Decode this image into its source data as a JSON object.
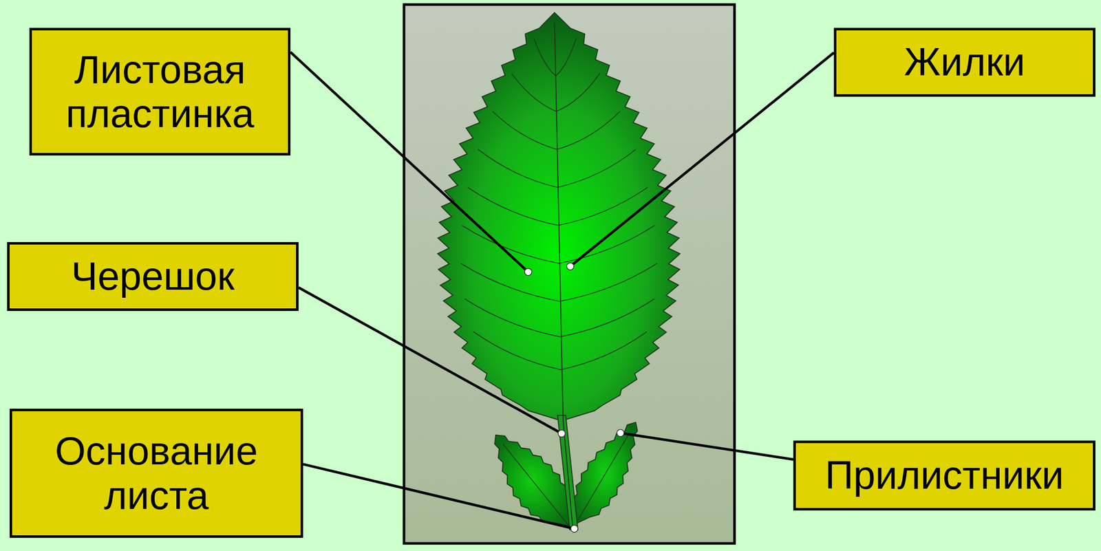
{
  "diagram": {
    "nodes": [
      {
        "text": [
          "Листовая пластинка"
        ]
      },
      {
        "text": [
          "Жилки"
        ]
      },
      {
        "text": [
          "Черешок"
        ]
      },
      {
        "text": [
          "Основание листа"
        ]
      },
      {
        "text": [
          "Прилистники"
        ]
      }
    ]
  }
}
